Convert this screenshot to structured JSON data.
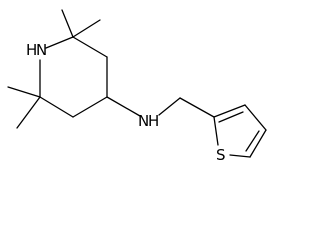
{
  "molecule": {
    "atoms": {
      "ring_nitrogen": "N",
      "ring_nitrogen_hydrogen": "H",
      "amine_nitrogen": "N",
      "amine_hydrogen": "H",
      "thiophene_sulfur": "S"
    },
    "colors": {
      "bond": "#000000",
      "label": "#000000",
      "background": "#ffffff"
    }
  }
}
